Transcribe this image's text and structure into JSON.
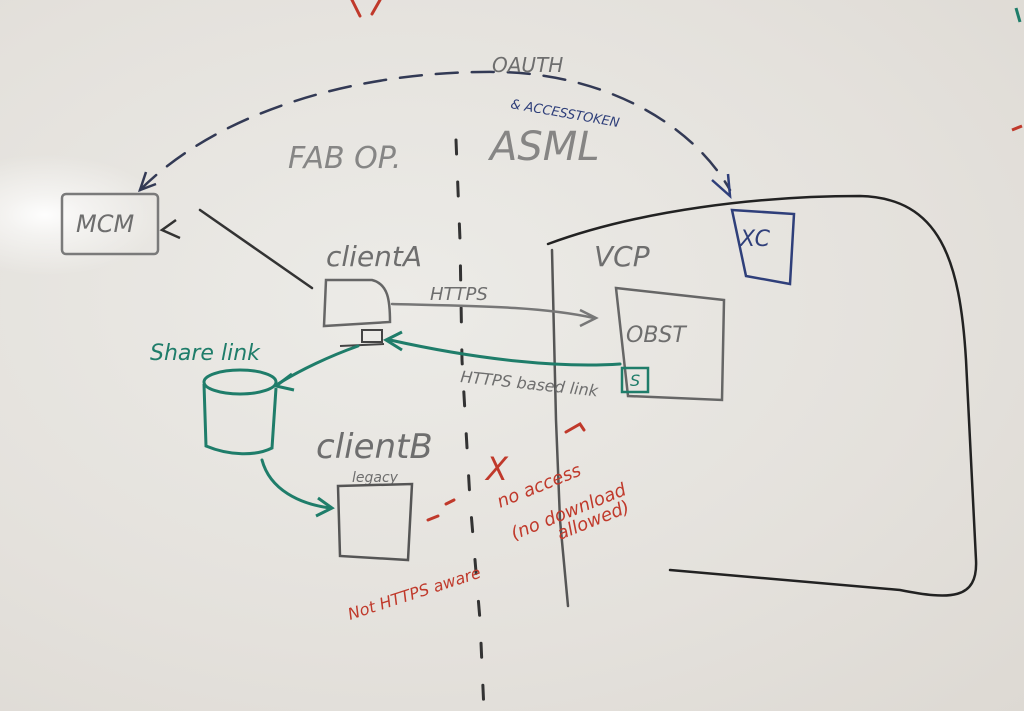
{
  "labels": {
    "oauth": "OAUTH",
    "accesstoken": "& ACCESSTOKEN",
    "fab_op": "FAB OP.",
    "asml": "ASML",
    "mcm": "MCM",
    "xc": "XC",
    "client_a": "clientA",
    "https": "HTTPS",
    "vcp": "VCP",
    "obst": "OBST",
    "share_link": "Share link",
    "https_based_link": "HTTPS based link",
    "s_badge": "S",
    "client_b": "clientB",
    "legacy": "legacy",
    "x_mark": "X",
    "no_access": "no access",
    "no_download": "(no download",
    "allowed": "allowed)",
    "not_https_aware": "Not HTTPS aware"
  },
  "colors": {
    "black_ink": "#3a3a3a",
    "grey_ink": "#6e6e6e",
    "blue_ink": "#2f3f7a",
    "green_ink": "#1f7d6a",
    "red_ink": "#c0392b"
  }
}
